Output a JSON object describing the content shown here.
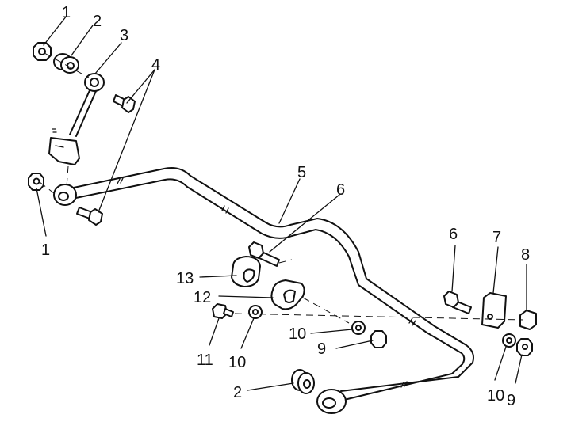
{
  "diagram": {
    "callouts": [
      {
        "id": "c1a",
        "label": "1"
      },
      {
        "id": "c2a",
        "label": "2"
      },
      {
        "id": "c3",
        "label": "3"
      },
      {
        "id": "c4",
        "label": "4"
      },
      {
        "id": "c5",
        "label": "5"
      },
      {
        "id": "c6a",
        "label": "6"
      },
      {
        "id": "c1b",
        "label": "1"
      },
      {
        "id": "c13",
        "label": "13"
      },
      {
        "id": "c12",
        "label": "12"
      },
      {
        "id": "c11",
        "label": "11"
      },
      {
        "id": "c10a",
        "label": "10"
      },
      {
        "id": "c10b",
        "label": "10"
      },
      {
        "id": "c9a",
        "label": "9"
      },
      {
        "id": "c2b",
        "label": "2"
      },
      {
        "id": "c6b",
        "label": "6"
      },
      {
        "id": "c7",
        "label": "7"
      },
      {
        "id": "c8",
        "label": "8"
      },
      {
        "id": "c10c",
        "label": "10"
      },
      {
        "id": "c9b",
        "label": "9"
      }
    ]
  }
}
